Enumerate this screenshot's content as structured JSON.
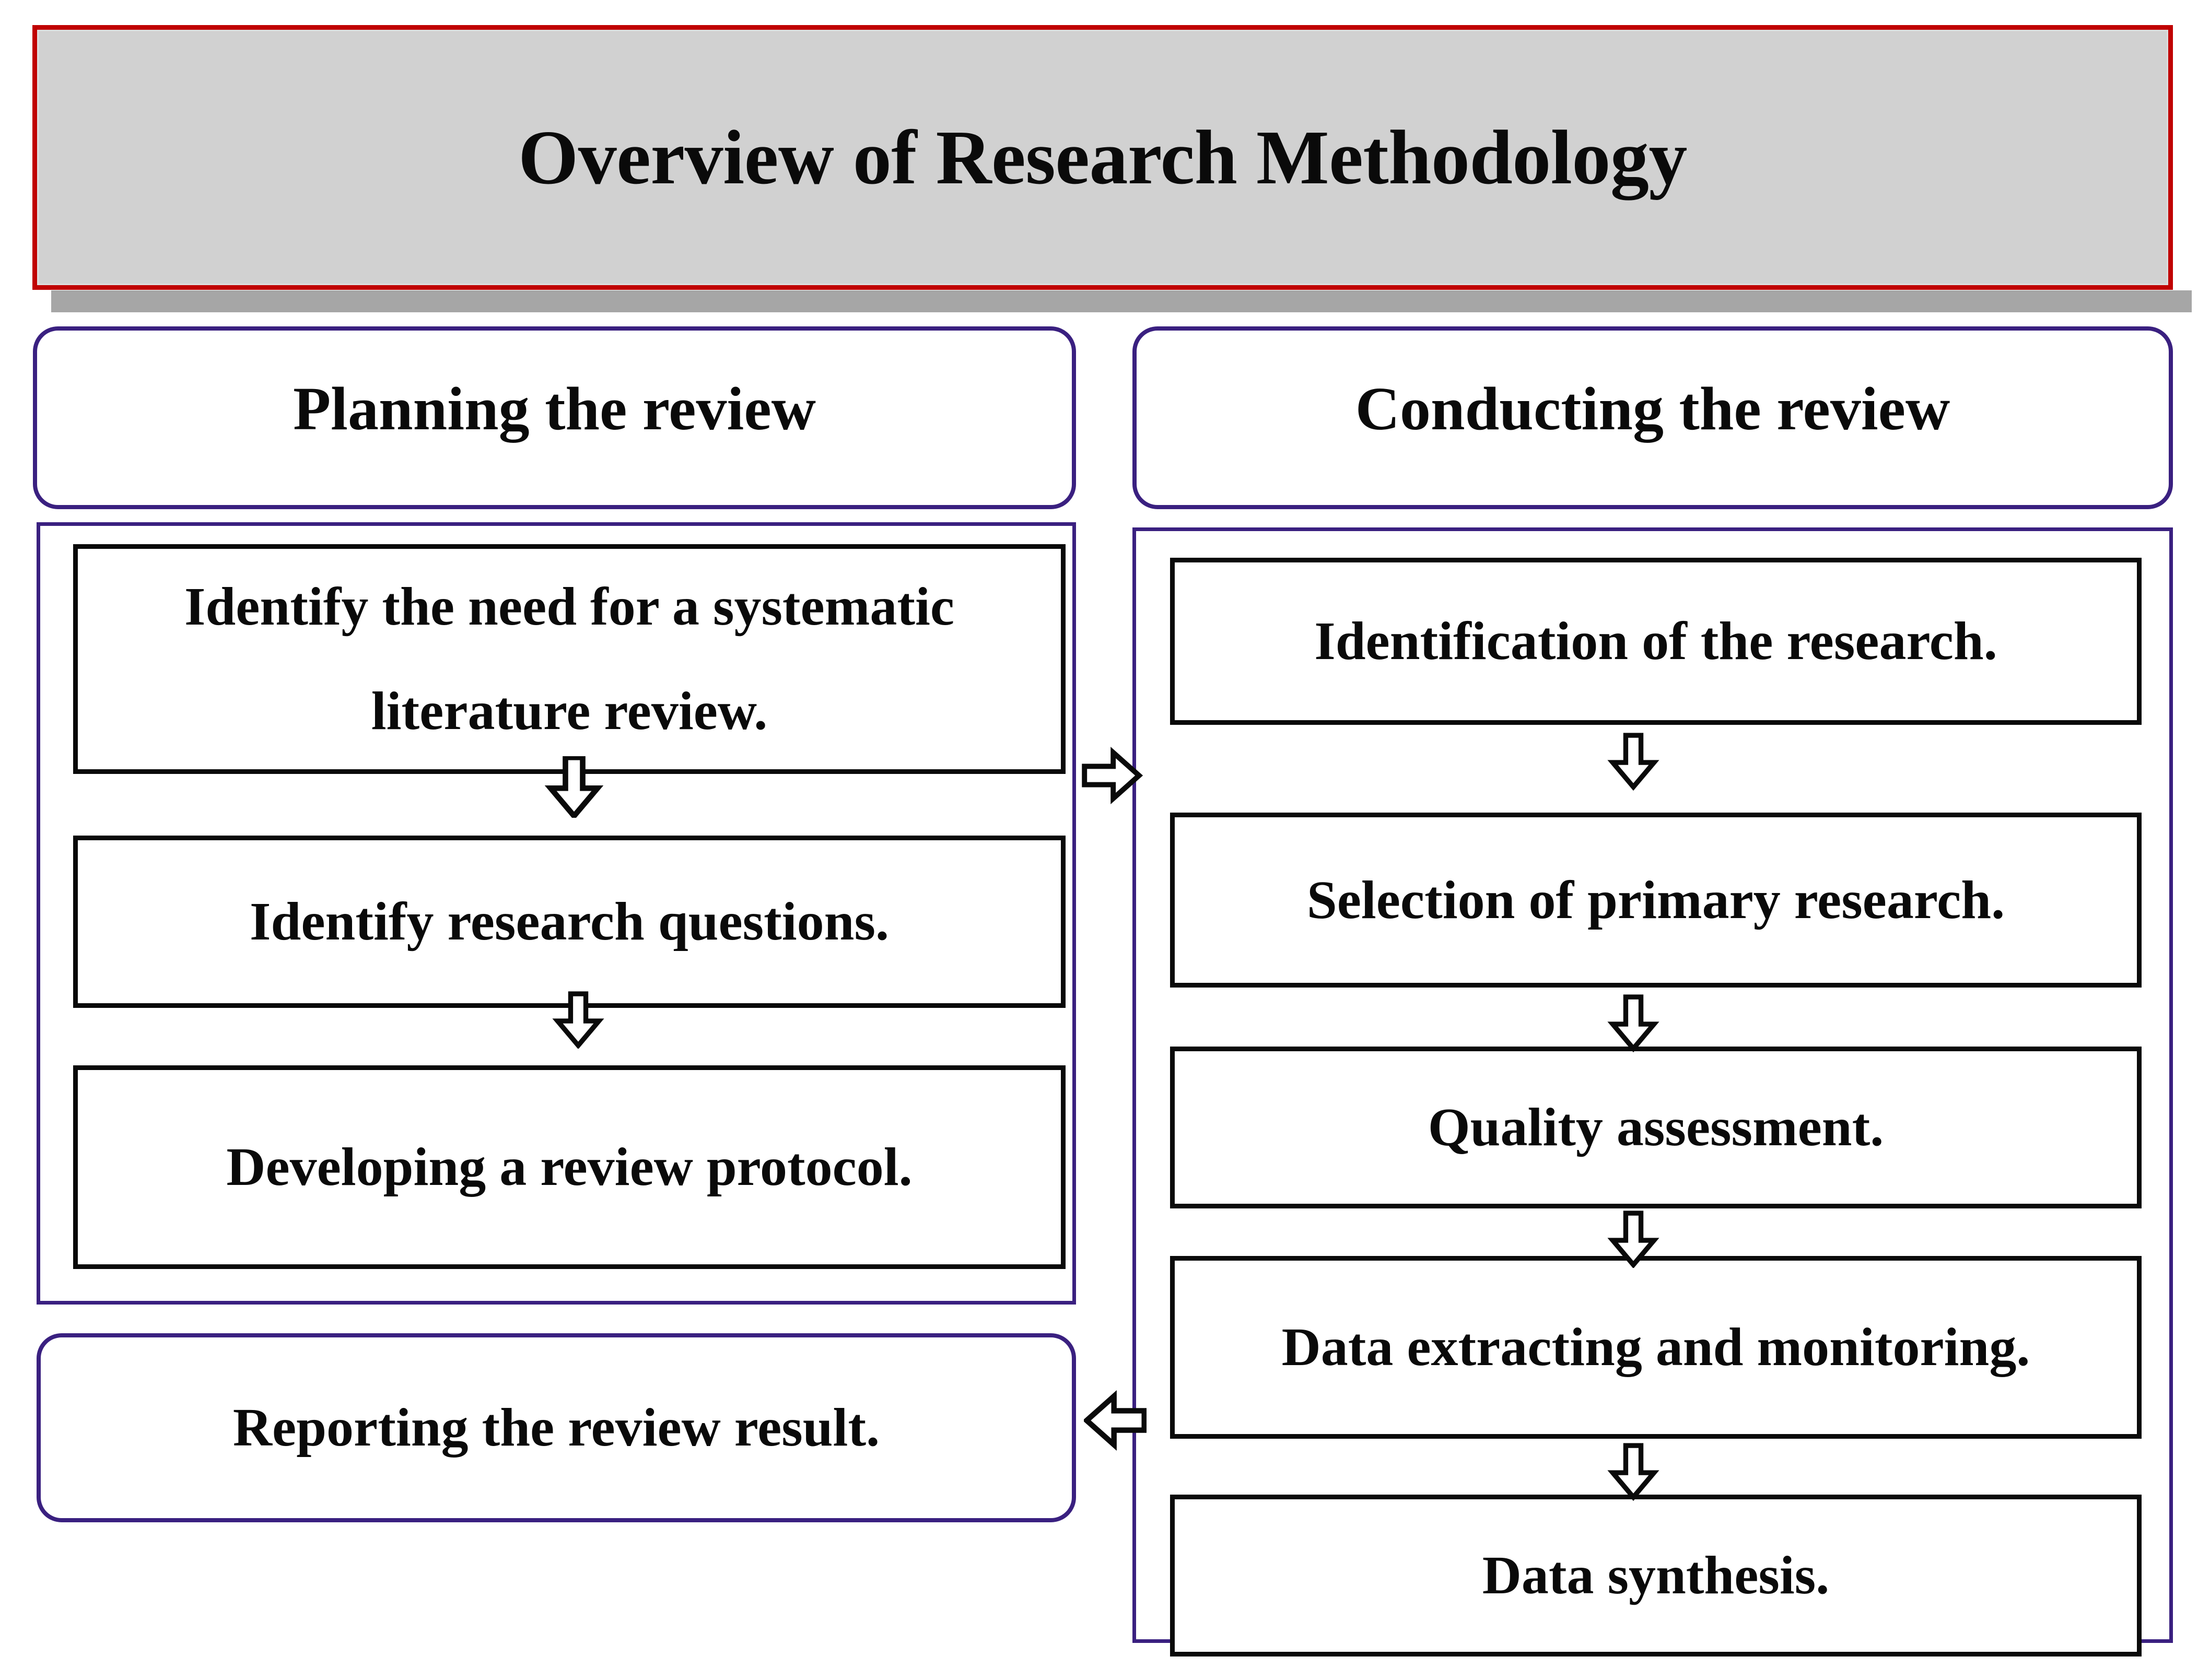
{
  "title": {
    "text": "Overview of Research Methodology",
    "border_color": "#c00000",
    "fill_color": "#d1d1d1",
    "shadow_color": "#a6a6a6"
  },
  "accent": {
    "container_border": "#3a2080",
    "box_border": "#0a0a0a"
  },
  "columns": {
    "left": {
      "header": "Planning the review",
      "steps": [
        "Identify the need for a systematic literature review.",
        "Identify research questions.",
        "Developing a review protocol."
      ]
    },
    "right": {
      "header": "Conducting the review",
      "steps": [
        "Identification of the research.",
        "Selection of primary research.",
        "Quality assessment.",
        "Data extracting and monitoring.",
        "Data synthesis."
      ]
    }
  },
  "footer": {
    "report_step": "Reporting the review result."
  },
  "icons": {
    "arrow_down": "arrow-down-icon",
    "arrow_right": "arrow-right-icon",
    "arrow_left": "arrow-left-icon"
  }
}
